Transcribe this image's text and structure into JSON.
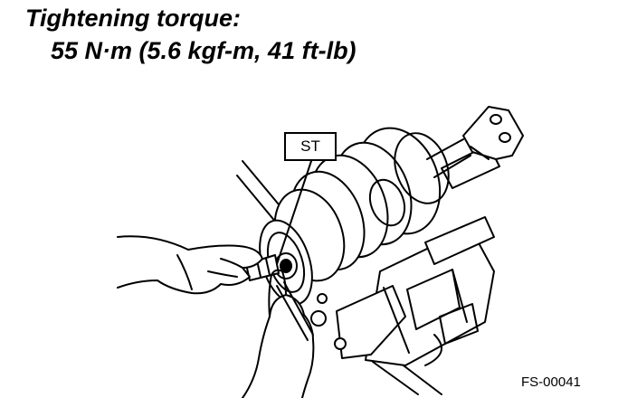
{
  "heading": {
    "title": "Tightening torque:",
    "spec": "55 N·m (5.6 kgf-m, 41 ft-lb)"
  },
  "callout": {
    "label": "ST"
  },
  "figure_code": "FS-00041"
}
